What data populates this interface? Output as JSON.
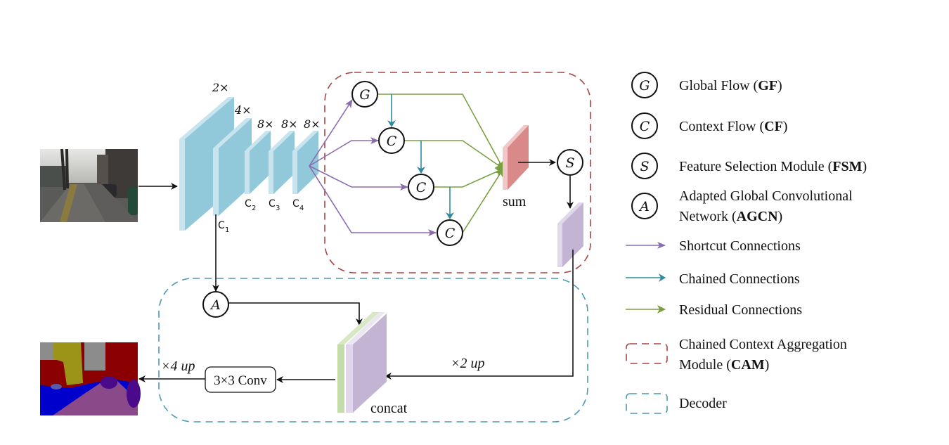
{
  "figure": {
    "input_image": {
      "description": "street scene photo",
      "icon": "photo-street-scene"
    },
    "output_image": {
      "description": "semantic segmentation map",
      "icon": "segmentation-map"
    },
    "encoder": {
      "scales": [
        "2×",
        "4×",
        "8×",
        "8×",
        "8×"
      ],
      "feature_labels": [
        {
          "main": "C",
          "sub": "1"
        },
        {
          "main": "C",
          "sub": "2"
        },
        {
          "main": "C",
          "sub": "3"
        },
        {
          "main": "C",
          "sub": "4"
        }
      ]
    },
    "cam": {
      "global_flow_node": "G",
      "context_flow_nodes": [
        "C",
        "C",
        "C"
      ],
      "sum_label": "sum",
      "fsm_node": "S"
    },
    "decoder": {
      "agcn_node": "A",
      "concat_label": "concat",
      "conv_label": "3×3 Conv",
      "up2_label": "×2 up",
      "up4_label": "×4 up"
    },
    "colors": {
      "shortcut": "#8a6bb0",
      "chained": "#2f8aa0",
      "residual": "#78a040",
      "cam_border": "#a84444",
      "decoder_border": "#4a9ab0",
      "encoder_block": "#92c9da",
      "encoder_block_edge": "#c8e4ee",
      "sum_block": "#d98a88",
      "fsm_block": "#c4b4d4",
      "concat_green": "#c4dca8"
    }
  },
  "legend": {
    "items": [
      {
        "kind": "node",
        "symbol": "G",
        "text": "Global Flow (",
        "bold": "GF",
        "tail": ")"
      },
      {
        "kind": "node",
        "symbol": "C",
        "text": "Context Flow (",
        "bold": "CF",
        "tail": ")"
      },
      {
        "kind": "node",
        "symbol": "S",
        "text": "Feature Selection Module (",
        "bold": "FSM",
        "tail": ")"
      },
      {
        "kind": "node",
        "symbol": "A",
        "text": "Adapted Global Convolutional",
        "text2": "Network (",
        "bold": "AGCN",
        "tail": ")"
      },
      {
        "kind": "arrow",
        "color": "#8a6bb0",
        "text": "Shortcut Connections"
      },
      {
        "kind": "arrow",
        "color": "#2f8aa0",
        "text": "Chained Connections"
      },
      {
        "kind": "arrow",
        "color": "#78a040",
        "text": "Residual Connections"
      },
      {
        "kind": "box",
        "color": "#a84444",
        "text": "Chained Context Aggregation",
        "text2": "Module (",
        "bold": "CAM",
        "tail": ")"
      },
      {
        "kind": "box",
        "color": "#4a9ab0",
        "text": "Decoder"
      }
    ]
  }
}
